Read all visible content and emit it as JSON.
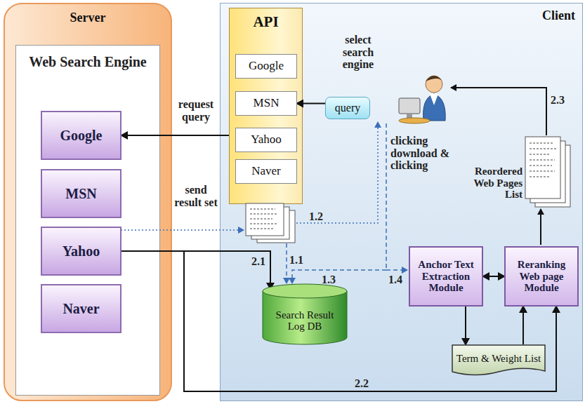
{
  "diagram": {
    "nodes": [
      {
        "text": [
          "Server"
        ]
      },
      {
        "text": [
          "Web Search Engine"
        ],
        "in": 0
      },
      {
        "text": [
          "Google"
        ],
        "in": 1
      },
      {
        "text": [
          "MSN"
        ],
        "in": 1
      },
      {
        "text": [
          "Yahoo"
        ],
        "in": 1
      },
      {
        "text": [
          "Naver"
        ],
        "in": 1
      },
      {
        "text": [
          "Client"
        ]
      },
      {
        "text": [
          "API"
        ],
        "in": 6
      },
      {
        "text": [
          "Google"
        ],
        "in": 7
      },
      {
        "text": [
          "MSN"
        ],
        "in": 7
      },
      {
        "text": [
          "Yahoo"
        ],
        "in": 7
      },
      {
        "text": [
          "Naver"
        ],
        "in": 7
      },
      {
        "text": [
          "query"
        ],
        "in": 6
      },
      {
        "text": [
          "Search Result Log DB"
        ],
        "in": 6
      },
      {
        "text": [
          "Anchor Text Extraction Module"
        ],
        "in": 6
      },
      {
        "text": [
          "Reranking Web page Module"
        ],
        "in": 6
      },
      {
        "text": [
          "Term & Weight List"
        ],
        "in": 6
      }
    ],
    "edges": [
      {
        "from": 12,
        "to": 9,
        "arrow": "to"
      },
      {
        "from": 7,
        "to": 2,
        "arrow": "to"
      },
      {
        "from": 4,
        "to": 13,
        "arrow": "to"
      },
      {
        "from": 4,
        "to": 15,
        "arrow": "to"
      },
      {
        "from": 14,
        "to": 15,
        "arrow": "both"
      },
      {
        "from": 14,
        "to": 16,
        "arrow": "to"
      },
      {
        "from": 16,
        "to": 15,
        "arrow": "to"
      }
    ],
    "labels": [
      "request query",
      "select search engine",
      "send result set",
      "clicking download & clicking",
      "1.2",
      "2.1",
      "1.1",
      "1.3",
      "1.4",
      "2.3",
      "2.2",
      "Reordered Web Pages List"
    ]
  }
}
